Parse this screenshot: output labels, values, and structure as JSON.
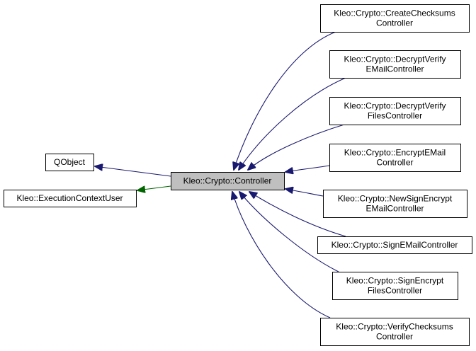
{
  "diagram": {
    "type": "class-inheritance-graph",
    "colors": {
      "public_inheritance": "#191970",
      "protected_inheritance": "#006400",
      "focus_fill": "#bfbfbf",
      "node_fill": "#ffffff"
    },
    "focus_node": "controller",
    "nodes": [
      {
        "id": "qobject",
        "lines": [
          "QObject"
        ]
      },
      {
        "id": "execution_context_user",
        "lines": [
          "Kleo::ExecutionContextUser"
        ]
      },
      {
        "id": "controller",
        "lines": [
          "Kleo::Crypto::Controller"
        ]
      },
      {
        "id": "create_checksums",
        "lines": [
          "Kleo::Crypto::CreateChecksums",
          "Controller"
        ]
      },
      {
        "id": "decrypt_verify_email",
        "lines": [
          "Kleo::Crypto::DecryptVerify",
          "EMailController"
        ]
      },
      {
        "id": "decrypt_verify_files",
        "lines": [
          "Kleo::Crypto::DecryptVerify",
          "FilesController"
        ]
      },
      {
        "id": "encrypt_email",
        "lines": [
          "Kleo::Crypto::EncryptEMail",
          "Controller"
        ]
      },
      {
        "id": "new_sign_encrypt_email",
        "lines": [
          "Kleo::Crypto::NewSignEncrypt",
          "EMailController"
        ]
      },
      {
        "id": "sign_email",
        "lines": [
          "Kleo::Crypto::SignEMailController"
        ]
      },
      {
        "id": "sign_encrypt_files",
        "lines": [
          "Kleo::Crypto::SignEncrypt",
          "FilesController"
        ]
      },
      {
        "id": "verify_checksums",
        "lines": [
          "Kleo::Crypto::VerifyChecksums",
          "Controller"
        ]
      }
    ],
    "edges": [
      {
        "from": "controller",
        "to": "qobject",
        "kind": "public"
      },
      {
        "from": "controller",
        "to": "execution_context_user",
        "kind": "protected"
      },
      {
        "from": "create_checksums",
        "to": "controller",
        "kind": "public"
      },
      {
        "from": "decrypt_verify_email",
        "to": "controller",
        "kind": "public"
      },
      {
        "from": "decrypt_verify_files",
        "to": "controller",
        "kind": "public"
      },
      {
        "from": "encrypt_email",
        "to": "controller",
        "kind": "public"
      },
      {
        "from": "new_sign_encrypt_email",
        "to": "controller",
        "kind": "public"
      },
      {
        "from": "sign_email",
        "to": "controller",
        "kind": "public"
      },
      {
        "from": "sign_encrypt_files",
        "to": "controller",
        "kind": "public"
      },
      {
        "from": "verify_checksums",
        "to": "controller",
        "kind": "public"
      }
    ]
  }
}
